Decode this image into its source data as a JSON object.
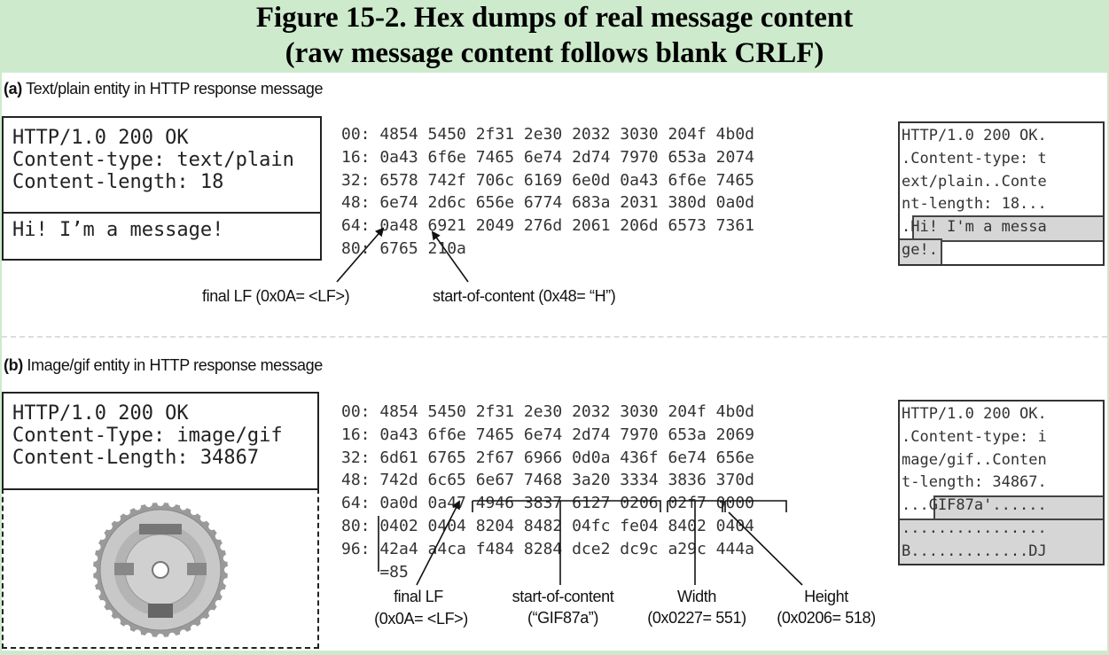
{
  "figure": {
    "title_line1": "Figure 15-2. Hex dumps of real message content",
    "title_line2": "(raw message content follows blank CRLF)"
  },
  "section_a": {
    "caption_tag": "(a)",
    "caption_text": " Text/plain entity in HTTP response message",
    "header_lines": "HTTP/1.0 200 OK\nContent-type: text/plain\nContent-length: 18",
    "body_text": "Hi! I’m a message!",
    "hex_rows": [
      "00: 4854 5450 2f31 2e30 2032 3030 204f 4b0d",
      "16: 0a43 6f6e 7465 6e74 2d74 7970 653a 2074",
      "32: 6578 742f 706c 6169 6e0d 0a43 6f6e 7465",
      "48: 6e74 2d6c 656e 6774 683a 2031 380d 0a0d",
      "64: 0a48 6921 2049 276d 2061 206d 6573 7361",
      "80: 6765 210a"
    ],
    "ascii_rows": [
      "HTTP/1.0 200 OK.",
      ".Content-type: t",
      "ext/plain..Conte",
      "nt-length: 18...",
      ".Hi! I'm a messa",
      "ge!."
    ],
    "label_final_lf": "final LF (0x0A= <LF>)",
    "label_start": "start-of-content (0x48= “H”)"
  },
  "section_b": {
    "caption_tag": "(b)",
    "caption_text": " Image/gif entity in HTTP response message",
    "header_lines": "HTTP/1.0 200 OK\nContent-Type: image/gif\nContent-Length: 34867",
    "hex_rows": [
      "00: 4854 5450 2f31 2e30 2032 3030 204f 4b0d",
      "16: 0a43 6f6e 7465 6e74 2d74 7970 653a 2069",
      "32: 6d61 6765 2f67 6966 0d0a 436f 6e74 656e",
      "48: 742d 6c65 6e67 7468 3a20 3334 3836 370d",
      "64: 0a0d 0a47 4946 3837 6127 0206 02f7 0000",
      "80: 0402 0404 8204 8482 04fc fe04 8402 0404",
      "96: 42a4 a4ca f484 8284 dce2 dc9c a29c 444a",
      "    =85"
    ],
    "ascii_rows": [
      "HTTP/1.0 200 OK.",
      ".Content-type: i",
      "mage/gif..Conten",
      "t-length: 34867.",
      "...GIF87a'......",
      "................",
      "B.............DJ"
    ],
    "label_final_lf_1": "final LF",
    "label_final_lf_2": "(0x0A= <LF>)",
    "label_start_1": "start-of-content",
    "label_start_2": "(“GIF87a”)",
    "label_width_1": "Width",
    "label_width_2": "(0x0227= 551)",
    "label_height_1": "Height",
    "label_height_2": "(0x0206= 518)"
  },
  "colors": {
    "background": "#cdeacd",
    "panel": "#ffffff",
    "shade": "#d6d6d6"
  }
}
